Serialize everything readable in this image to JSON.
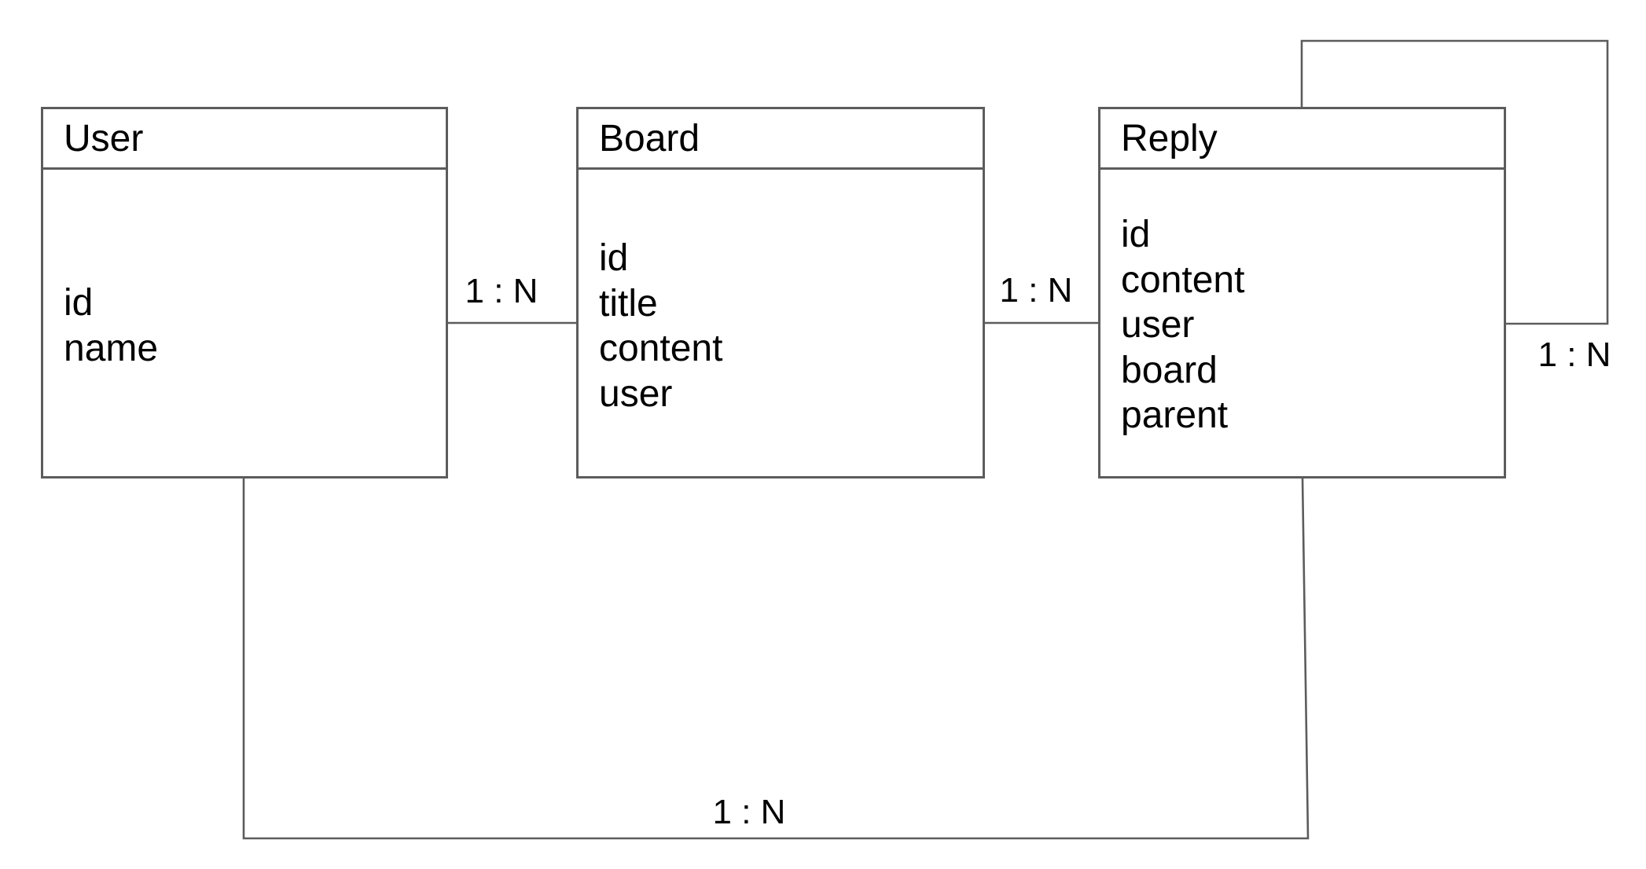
{
  "diagram": {
    "type": "entity-relationship",
    "colors": {
      "line": "#5c5c5c",
      "text": "#000000",
      "background": "#ffffff"
    },
    "entities": [
      {
        "id": "user",
        "name": "User",
        "fields": [
          "id",
          "name"
        ]
      },
      {
        "id": "board",
        "name": "Board",
        "fields": [
          "id",
          "title",
          "content",
          "user"
        ]
      },
      {
        "id": "reply",
        "name": "Reply",
        "fields": [
          "id",
          "content",
          "user",
          "board",
          "parent"
        ]
      }
    ],
    "relationships": [
      {
        "from": "User",
        "to": "Board",
        "label": "1 : N"
      },
      {
        "from": "Board",
        "to": "Reply",
        "label": "1 : N"
      },
      {
        "from": "Reply",
        "to": "Reply",
        "label": "1 : N"
      },
      {
        "from": "User",
        "to": "Reply",
        "label": "1 : N"
      }
    ]
  }
}
